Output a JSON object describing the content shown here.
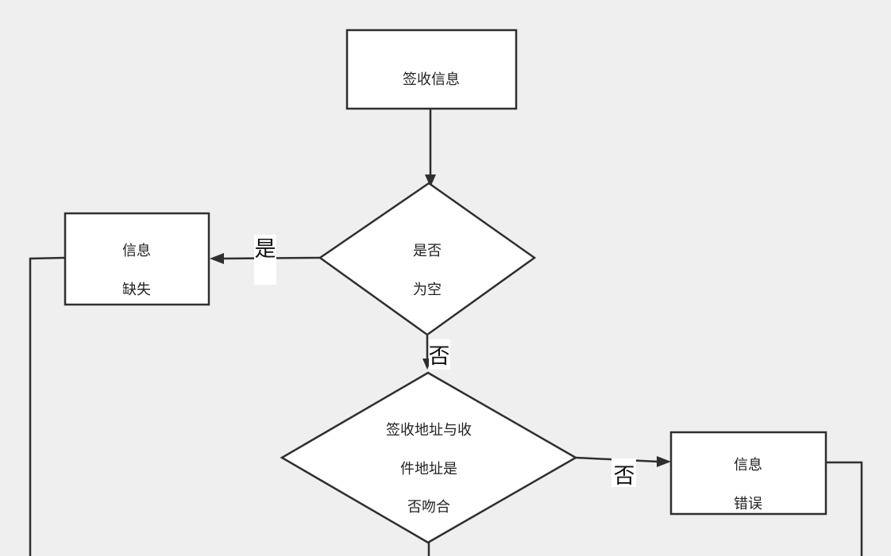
{
  "diagram": {
    "nodes": {
      "sign_info": {
        "lines": [
          "签收信息"
        ]
      },
      "is_empty": {
        "lines": [
          "是否",
          "为空"
        ]
      },
      "info_missing": {
        "lines": [
          "信息",
          "缺失"
        ]
      },
      "address_match": {
        "lines": [
          "签收地址与收",
          "件地址是",
          "否吻合"
        ]
      },
      "info_error": {
        "lines": [
          "信息",
          "错误"
        ]
      }
    },
    "edges": {
      "yes_label": "是",
      "no_label_down": "否",
      "no_label_right": "否"
    }
  }
}
